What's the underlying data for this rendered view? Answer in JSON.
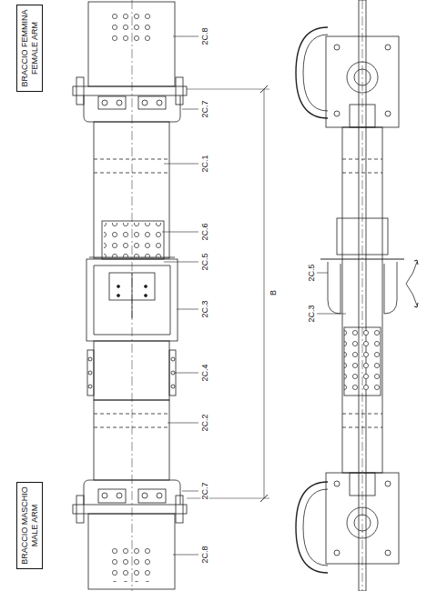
{
  "diagram": {
    "nodes": [
      {
        "text": [
          "BRACCIO FEMMINA",
          "FEMALE ARM"
        ]
      },
      {
        "text": [
          "BRACCIO MASCHIO",
          "MALE ARM"
        ]
      }
    ],
    "labels": [
      "2C.8",
      "2C.7",
      "2C.1",
      "2C.6",
      "2C.5",
      "2C.3",
      "2C.4",
      "2C.2",
      "2C.7",
      "2C.8",
      "B",
      "2C.5",
      "2C.3"
    ]
  }
}
